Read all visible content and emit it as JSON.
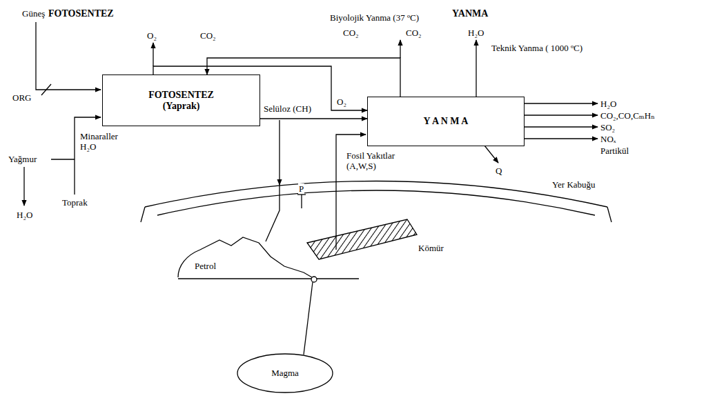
{
  "diagram": {
    "nodes": [
      {
        "text": [
          "FOTOSENTEZ (Yaprak)"
        ]
      },
      {
        "text": [
          "Y A N M A"
        ]
      },
      {
        "text": [
          "Magma"
        ]
      }
    ],
    "edges": [
      {
        "from": 0,
        "to": 1,
        "arrow": "to"
      },
      {
        "from": 1,
        "to": 0,
        "arrow": "to"
      },
      {
        "from": 0,
        "to": 1,
        "label": "Selüloz (CH)",
        "arrow": "to"
      }
    ],
    "labels": [
      "FOTOSENTEZ",
      "YANMA",
      "Güneş",
      "ORG",
      "O₂",
      "CO₂",
      "Biyolojik Yanma (37 ºC)",
      "CO₂",
      "CO₂",
      "H₂O",
      "Teknik Yanma ( 1000 ºC)",
      "O₂",
      "Yağmur",
      "Minaraller H₂O",
      "H₂O",
      "Toprak",
      "Fosil Yakıtlar (A,W,S)",
      "H₂O",
      "CO₂,CO,CₘHₙ",
      "SO₂",
      "NOₓ",
      "Partikül",
      "Q",
      "Yer Kabuğu",
      "P",
      "Petrol",
      "Kömür"
    ]
  }
}
